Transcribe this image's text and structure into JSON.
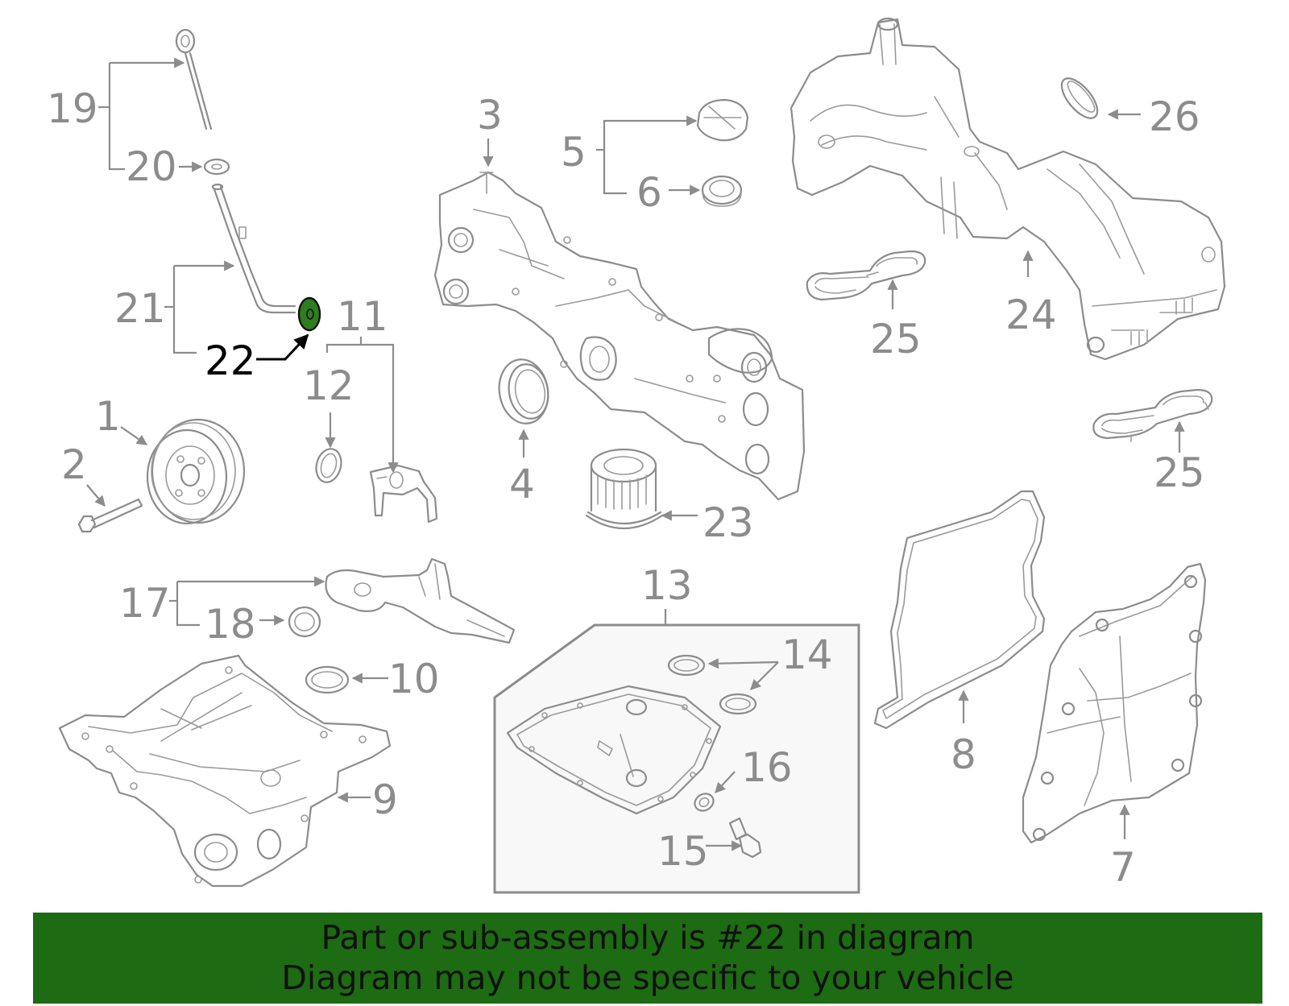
{
  "highlight": {
    "part_number": "22",
    "fill_color": "#2e7d1f"
  },
  "callouts": [
    "1",
    "2",
    "3",
    "4",
    "5",
    "6",
    "7",
    "8",
    "9",
    "10",
    "11",
    "12",
    "13",
    "14",
    "15",
    "16",
    "17",
    "18",
    "19",
    "20",
    "21",
    "22",
    "23",
    "24",
    "25",
    "25",
    "26"
  ],
  "colors": {
    "line_gray": "#8c8c8c",
    "banner_bg": "#1d6b12",
    "banner_text": "#111111"
  },
  "banner": {
    "line1": "Part or sub-assembly is #22 in diagram",
    "line2": "Diagram may not be specific to your vehicle"
  }
}
